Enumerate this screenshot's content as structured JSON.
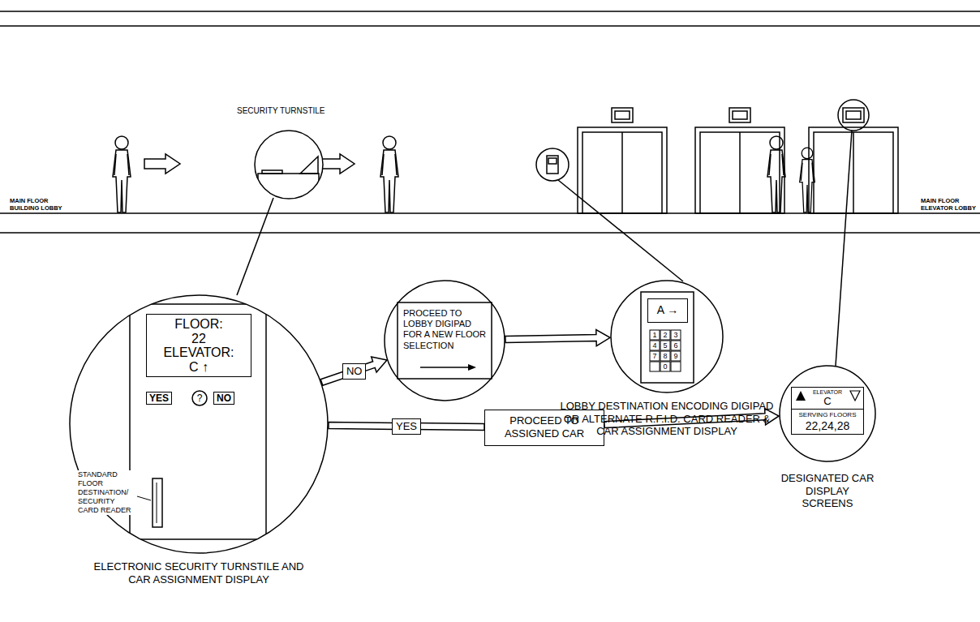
{
  "diagram": {
    "nodes": [
      {
        "text": [
          "ELECTRONIC SECURITY TURNSTILE AND CAR ASSIGNMENT DISPLAY"
        ]
      },
      {
        "text": [
          "FLOOR:",
          "22",
          "ELEVATOR:",
          "C ↑"
        ],
        "in": 0
      },
      {
        "text": [
          "YES"
        ],
        "in": 0
      },
      {
        "text": [
          "?"
        ],
        "in": 0
      },
      {
        "text": [
          "NO"
        ],
        "in": 0
      },
      {
        "text": [
          "PROCEED TO LOBBY DIGIPAD FOR A NEW FLOOR SELECTION"
        ]
      },
      {
        "text": [
          "LOBBY DESTINATION ENCODING DIGIPAD OR ALTERNATE R.F.I.D. CARD READER & CAR ASSIGNMENT DISPLAY"
        ]
      },
      {
        "text": [
          "A →"
        ],
        "in": 6
      },
      {
        "text": [
          "PROCEED TO ASSIGNED CAR"
        ]
      },
      {
        "text": [
          "DESIGNATED CAR DISPLAY SCREENS"
        ]
      },
      {
        "text": [
          "ELEVATOR",
          "C",
          "SERVING FLOORS",
          "22,24,28"
        ],
        "in": 9
      }
    ],
    "edges": [
      {
        "from": 0,
        "to": 5,
        "label": "NO",
        "arrow": "to"
      },
      {
        "from": 5,
        "to": 6,
        "arrow": "to"
      },
      {
        "from": 0,
        "to": 8,
        "label": "YES",
        "arrow": "none"
      },
      {
        "from": 8,
        "to": 9,
        "arrow": "to"
      }
    ],
    "labels": [
      "MAIN FLOOR BUILDING LOBBY",
      "SECURITY TURNSTILE",
      "MAIN FLOOR ELEVATOR LOBBY",
      "STANDARD FLOOR DESTINATION/ SECURITY CARD READER",
      "1",
      "2",
      "3",
      "4",
      "5",
      "6",
      "7",
      "8",
      "9",
      "0"
    ]
  }
}
